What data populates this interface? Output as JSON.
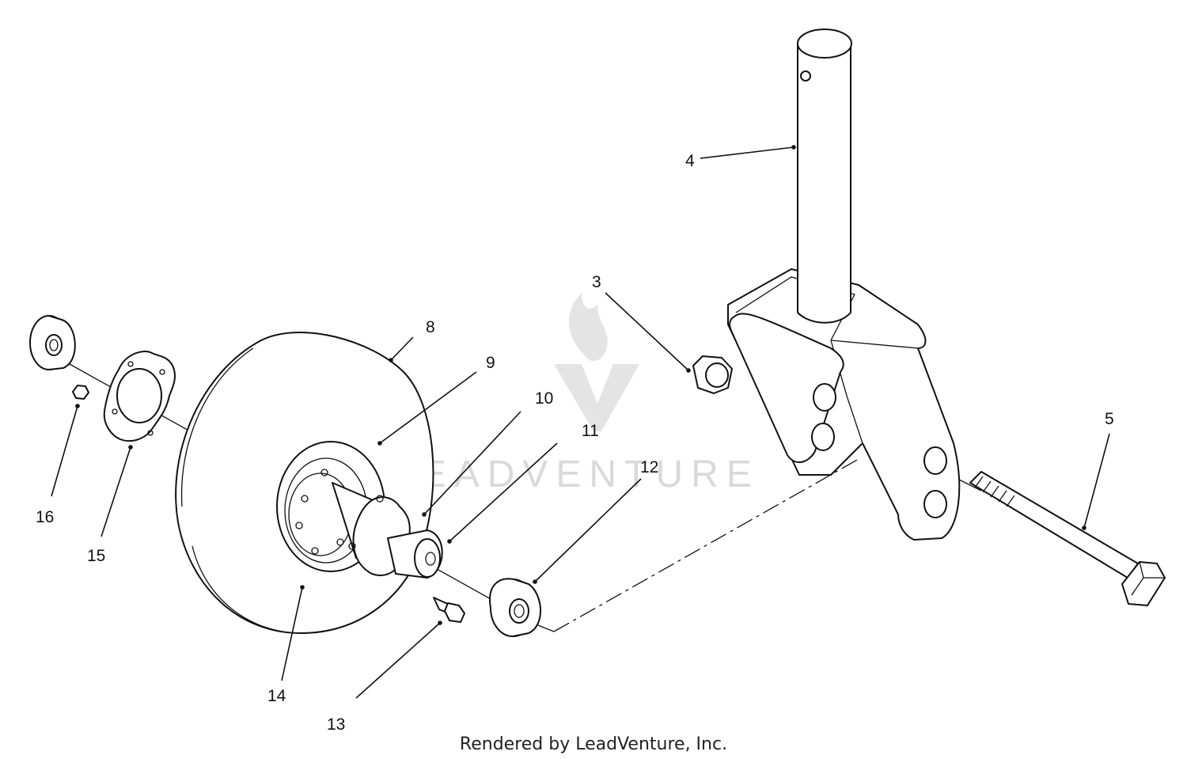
{
  "watermark": {
    "text": "LEADVENTURE",
    "color": "#d9d9d9"
  },
  "credit": "Rendered by LeadVenture, Inc.",
  "callouts": [
    {
      "id": "c3",
      "label": "3"
    },
    {
      "id": "c4",
      "label": "4"
    },
    {
      "id": "c5",
      "label": "5"
    },
    {
      "id": "c8",
      "label": "8"
    },
    {
      "id": "c9",
      "label": "9"
    },
    {
      "id": "c10",
      "label": "10"
    },
    {
      "id": "c11",
      "label": "11"
    },
    {
      "id": "c12",
      "label": "12"
    },
    {
      "id": "c13",
      "label": "13"
    },
    {
      "id": "c14",
      "label": "14"
    },
    {
      "id": "c15",
      "label": "15"
    },
    {
      "id": "c16",
      "label": "16"
    }
  ]
}
